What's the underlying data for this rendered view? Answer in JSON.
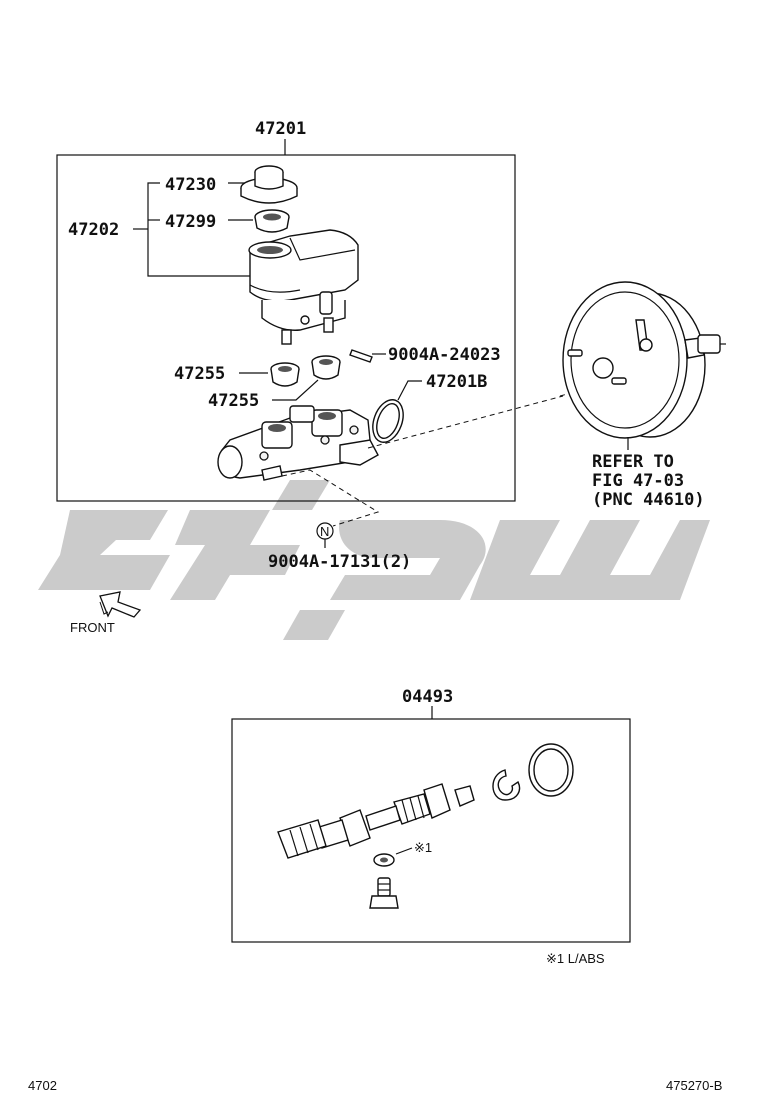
{
  "diagram": {
    "labels": {
      "assembly_top": "47201",
      "reservoir_group": "47202",
      "reservoir_cap": "47230",
      "strainer": "47299",
      "grommet_1": "47255",
      "grommet_2": "47255",
      "pin": "9004A-24023",
      "oring": "47201B",
      "nut": "9004A-17131(2)",
      "refer_line1": "REFER TO",
      "refer_line2": "FIG 47-03",
      "refer_line3": "(PNC 44610)",
      "front": "FRONT",
      "kit": "04493",
      "kit_note_mark": "※1",
      "legend": "※1  L/ABS",
      "nut_symbol": "N"
    },
    "footer": {
      "left": "4702",
      "right": "475270-B"
    },
    "watermark_color": "#c8c8c8"
  }
}
